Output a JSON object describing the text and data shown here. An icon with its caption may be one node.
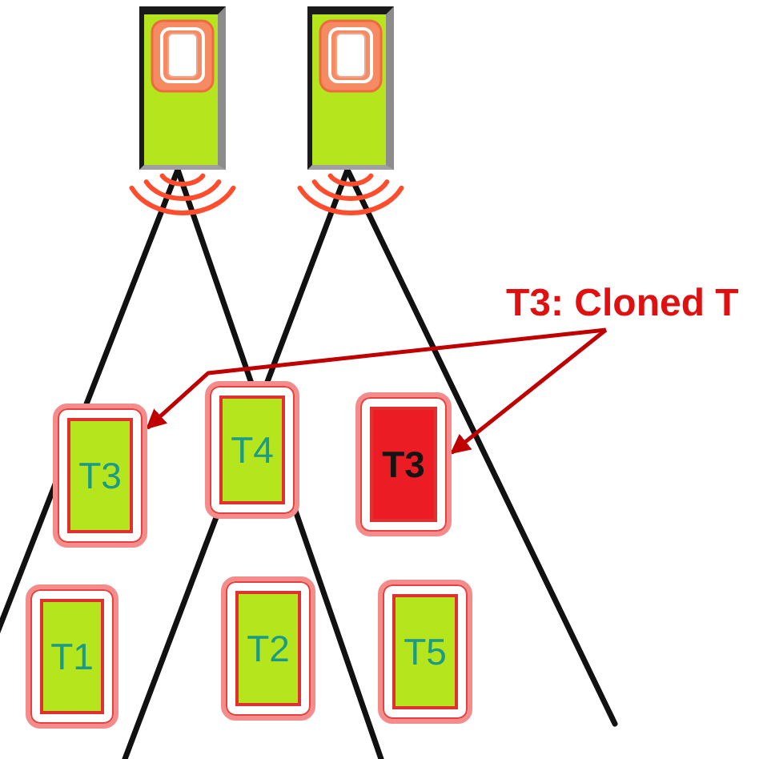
{
  "diagram": {
    "nodes": [
      {
        "text": [],
        "shape": "picture"
      },
      {
        "text": [],
        "shape": "picture"
      },
      {
        "text": [
          "T3: Cloned T"
        ]
      },
      {
        "text": [
          "T3"
        ]
      },
      {
        "text": [
          "T4"
        ]
      },
      {
        "text": [
          "T3"
        ]
      },
      {
        "text": [
          "T1"
        ]
      },
      {
        "text": [
          "T2"
        ]
      },
      {
        "text": [
          "T5"
        ]
      }
    ],
    "edges": [
      {
        "from": 2,
        "to": 3,
        "arrow": "to"
      },
      {
        "from": 2,
        "to": 5,
        "arrow": "to"
      }
    ]
  }
}
